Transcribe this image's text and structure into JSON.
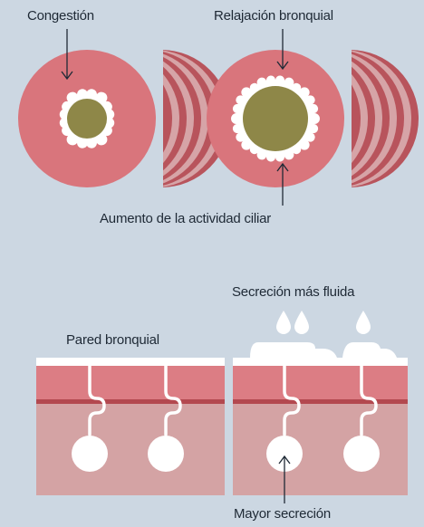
{
  "labels": {
    "congestion": "Congestión",
    "relaxation": "Relajación bronquial",
    "ciliary": "Aumento de la actividad ciliar",
    "fluid": "Secreción más fluida",
    "wall": "Pared bronquial",
    "more_secretion": "Mayor secreción"
  },
  "colors": {
    "background": "#ccd7e2",
    "ring_front": "#d9757c",
    "ring_side": "#b8545c",
    "ring_stripe": "#d6a4a7",
    "lumen_mucus": "#8e8748",
    "mucosa": "#dc7d84",
    "submucosa": "#d4a3a4",
    "divider": "#b3484f",
    "secretion": "#ffffff"
  }
}
